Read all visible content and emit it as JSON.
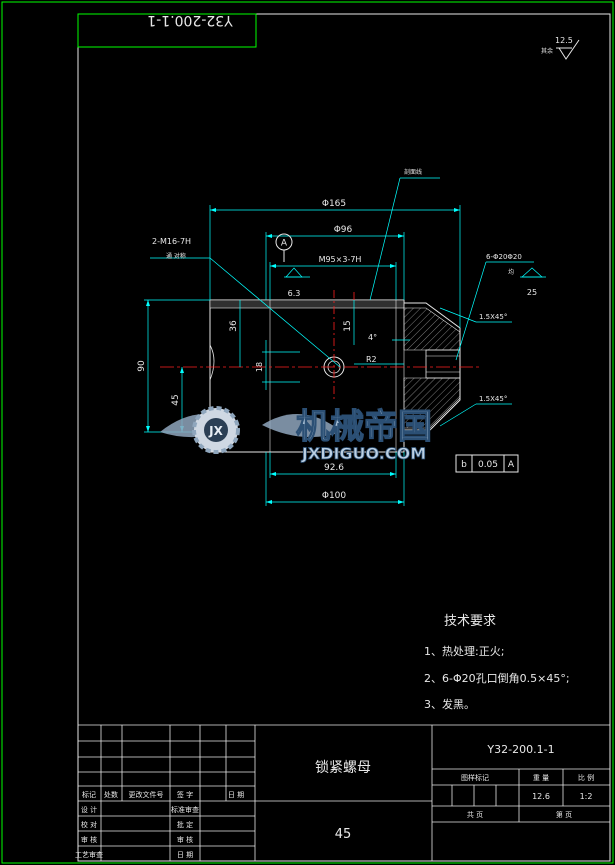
{
  "drawing": {
    "code_rotated": "Y32-200.1-1",
    "roughness_general": {
      "value": "12.5",
      "label": "其余"
    },
    "datum": "A",
    "surface_finish_top": "6.3",
    "surface_finish_right": "25",
    "leaders": {
      "hatch": "剖面线",
      "thread_holes": "2-M16-7H",
      "thread_through": "通 对称",
      "counterbore": "6-Φ20Φ20",
      "counterbore_sub": "均"
    },
    "dimensions": {
      "d165": "Φ165",
      "d96": "Φ96",
      "thread": "M95×3-7H",
      "h90": "90",
      "h45": "45",
      "h36": "36",
      "h15": "15",
      "h18": "18",
      "r2": "R2",
      "angle4": "4°",
      "chamfer1": "1.5X45°",
      "chamfer2": "1.5X45°",
      "d92_6": "92.6",
      "d100": "Φ100"
    },
    "tolerance_frame": [
      "b",
      "0.05",
      "A"
    ],
    "watermark": {
      "cn": "机械帝国",
      "en": "JXDIGUO.COM",
      "logo_letters": "JX"
    }
  },
  "tech_requirements": {
    "title": "技术要求",
    "items": [
      "1、热处理:正火;",
      "2、6-Φ20孔口倒角0.5×45°;",
      "3、发黑。"
    ]
  },
  "title_block": {
    "part_name": "锁紧螺母",
    "material": "45",
    "drawing_number": "Y32-200.1-1",
    "headers": {
      "stage": "图样标记",
      "weight": "重 量",
      "scale": "比 例"
    },
    "weight": "12.6",
    "scale": "1:2",
    "sheet": "共 页",
    "sheet_of": "第 页",
    "rev_row": [
      "标记",
      "处数",
      "更改文件号",
      "签 字",
      "日 期"
    ],
    "roles": [
      "设 计",
      "校 对",
      "审 核",
      "工艺审查"
    ],
    "roles_right": [
      "标准审查",
      "批 定",
      "审 核",
      "日 期"
    ]
  },
  "colors": {
    "frame": "#00ff00",
    "outline": "#e8e8e8",
    "dimension": "#00ffff",
    "centerline": "#ff2020",
    "hatch": "#e8e8e8"
  }
}
